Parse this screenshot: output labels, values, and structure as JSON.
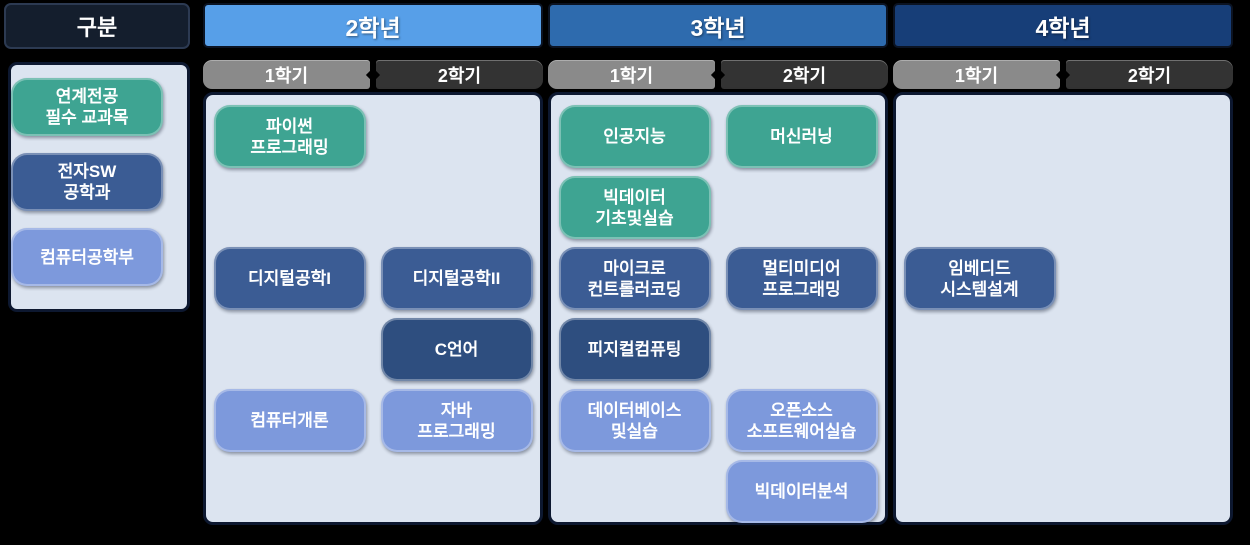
{
  "colors": {
    "green": "#3EA492",
    "navy": "#3B5C94",
    "navy_dark": "#2E4E7F",
    "lightblue": "#7D99DC",
    "panel_bg": "#DCE4F0",
    "header_bg": "#141E2D",
    "year2_header": "#579FE8",
    "year3_header": "#2E6BAE",
    "year4_header": "#173E78",
    "sem1_tab": "#8A8A8A",
    "sem2_tab": "#333333"
  },
  "legend": {
    "header": "구분",
    "items": [
      {
        "label": "연계전공\n필수 교과목",
        "type": "green"
      },
      {
        "label": "전자SW\n공학과",
        "type": "navy"
      },
      {
        "label": "컴퓨터공학부",
        "type": "lightblue"
      }
    ]
  },
  "years": [
    {
      "label": "2학년",
      "semesters": [
        "1학기",
        "2학기"
      ],
      "courses": [
        {
          "name": "파이썬\n프로그래밍",
          "type": "green",
          "semester": 0,
          "row": 0
        },
        {
          "name": "디지털공학I",
          "type": "navy",
          "semester": 0,
          "row": 2
        },
        {
          "name": "디지털공학II",
          "type": "navy",
          "semester": 1,
          "row": 2
        },
        {
          "name": "C언어",
          "type": "navy_dark",
          "semester": 1,
          "row": 3
        },
        {
          "name": "컴퓨터개론",
          "type": "lightblue",
          "semester": 0,
          "row": 4
        },
        {
          "name": "자바\n프로그래밍",
          "type": "lightblue",
          "semester": 1,
          "row": 4
        }
      ]
    },
    {
      "label": "3학년",
      "semesters": [
        "1학기",
        "2학기"
      ],
      "courses": [
        {
          "name": "인공지능",
          "type": "green",
          "semester": 0,
          "row": 0
        },
        {
          "name": "머신러닝",
          "type": "green",
          "semester": 1,
          "row": 0
        },
        {
          "name": "빅데이터\n기초및실습",
          "type": "green",
          "semester": 0,
          "row": 1
        },
        {
          "name": "마이크로\n컨트롤러코딩",
          "type": "navy",
          "semester": 0,
          "row": 2
        },
        {
          "name": "멀티미디어\n프로그래밍",
          "type": "navy",
          "semester": 1,
          "row": 2
        },
        {
          "name": "피지컬컴퓨팅",
          "type": "navy_dark",
          "semester": 0,
          "row": 3
        },
        {
          "name": "데이터베이스\n및실습",
          "type": "lightblue",
          "semester": 0,
          "row": 4
        },
        {
          "name": "오픈소스\n소프트웨어실습",
          "type": "lightblue",
          "semester": 1,
          "row": 4
        },
        {
          "name": "빅데이터분석",
          "type": "lightblue",
          "semester": 1,
          "row": 5
        }
      ]
    },
    {
      "label": "4학년",
      "semesters": [
        "1학기",
        "2학기"
      ],
      "courses": [
        {
          "name": "임베디드\n시스템설계",
          "type": "navy",
          "semester": 0,
          "row": 2
        }
      ]
    }
  ]
}
